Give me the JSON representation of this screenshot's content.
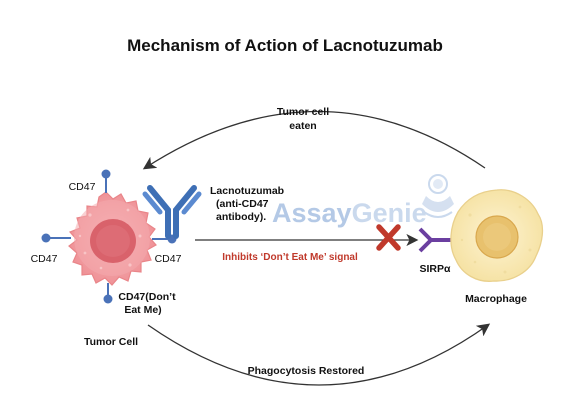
{
  "title": "Mechanism of Action of Lacnotuzumab",
  "arrows": {
    "top_label_line1": "Tumor cell",
    "top_label_line2": "eaten",
    "bottom_label": "Phagocytosis Restored",
    "middle_label": "Inhibits ‘Don’t Eat Me’ signal"
  },
  "tumor_cell": {
    "label": "Tumor Cell",
    "cd47_top": "CD47",
    "cd47_left": "CD47",
    "cd47_right": "CD47",
    "cd47_bottom_line1": "CD47(Don’t",
    "cd47_bottom_line2": "Eat Me)"
  },
  "antibody": {
    "line1": "Lacnotuzumab",
    "line2": "(anti-CD47",
    "line3": "antibody)."
  },
  "macrophage": {
    "label": "Macrophage",
    "receptor_label": "SIRPα"
  },
  "watermark": {
    "part1": "Assay",
    "part2": "Genie"
  },
  "colors": {
    "tumor_outer": "#f2a0a4",
    "tumor_nucleus": "#d9626b",
    "cd47_blue": "#4a72b8",
    "antibody_blue": "#3e6fb5",
    "inhibit_red": "#c0392b",
    "sirpa_purple": "#6b3fa0",
    "macrophage_outer": "#fbeec0",
    "macrophage_nucleus": "#e8c16d",
    "watermark_blue": "#9bb8de"
  },
  "icons": [
    "inhibition-x-icon",
    "genie-logo-icon"
  ]
}
